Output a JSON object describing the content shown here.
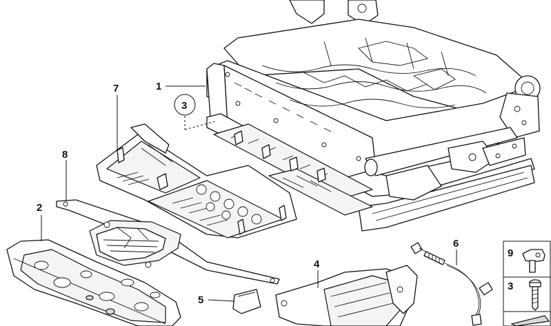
{
  "callouts": {
    "c1": "1",
    "c2": "2",
    "c3": "3",
    "c4": "4",
    "c5": "5",
    "c6": "6",
    "c7": "7",
    "c8": "8"
  },
  "legend": {
    "item9": "9",
    "item3": "3"
  },
  "colors": {
    "line": "#111111",
    "background": "#ffffff",
    "shade": "#d9d9d9"
  }
}
